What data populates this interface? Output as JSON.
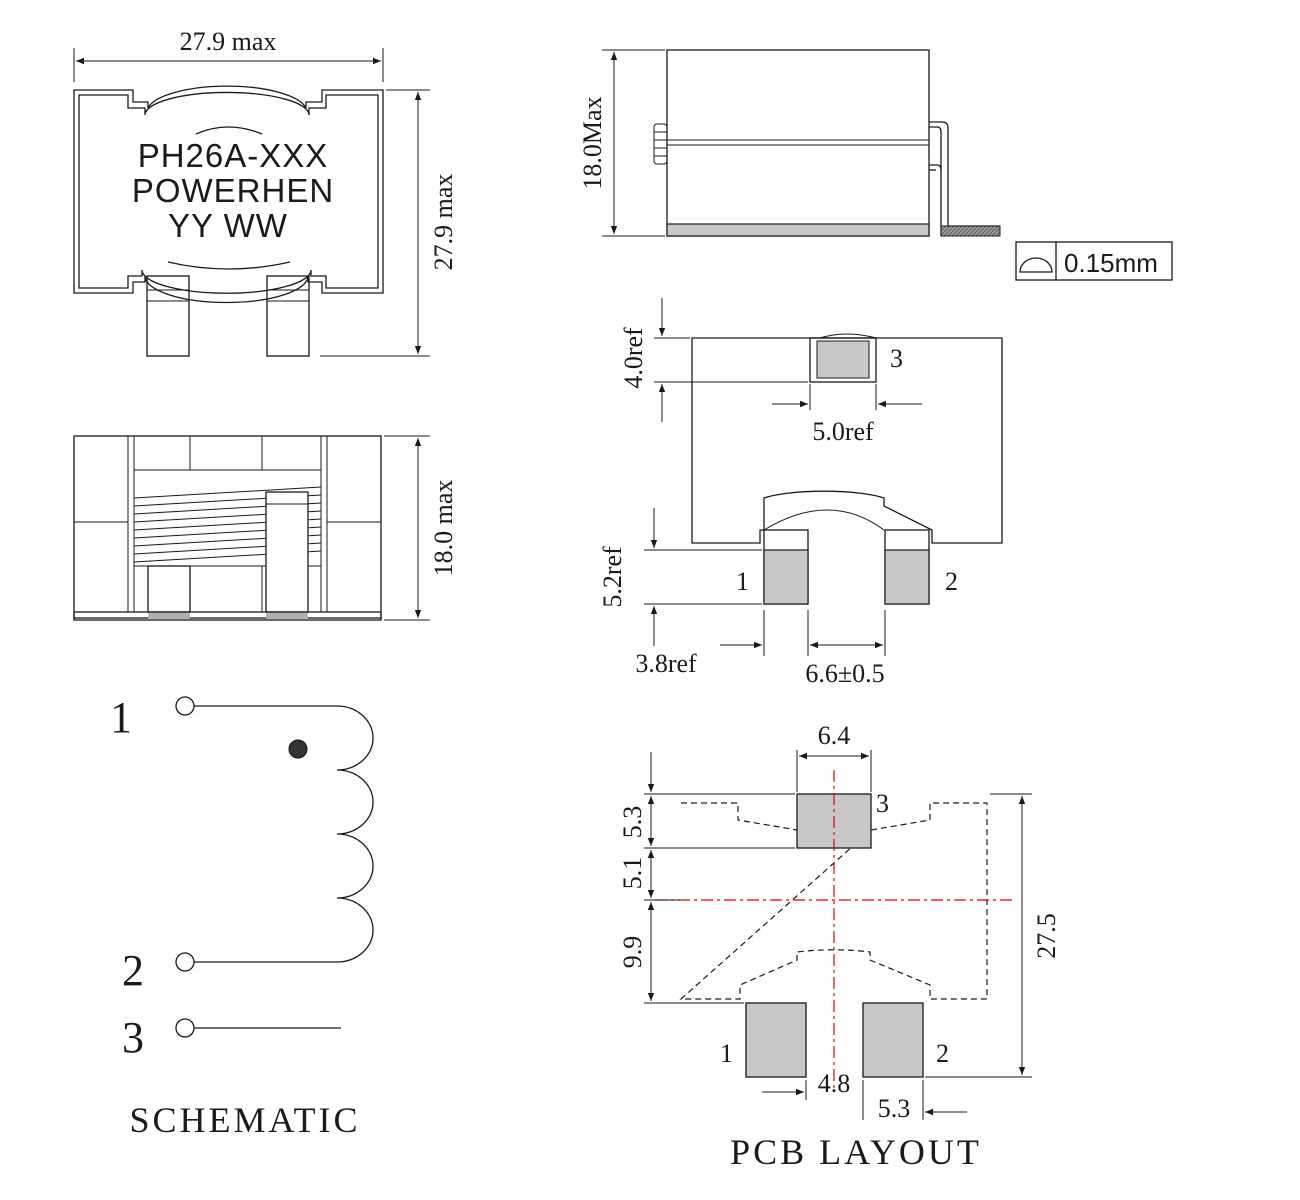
{
  "marking": {
    "line1": "PH26A-XXX",
    "line2": "POWERHEN",
    "line3": "YY WW"
  },
  "top_view": {
    "width_dim": "27.9 max",
    "height_dim": "27.9 max"
  },
  "front_view": {
    "height_dim": "18.0 max"
  },
  "side_view": {
    "height_dim": "18.0Max",
    "coplanarity": "0.15mm"
  },
  "bottom_view": {
    "pad3_height": "4.0ref",
    "pad3_width": "5.0ref",
    "pad_height": "5.2ref",
    "pad_width": "3.8ref",
    "pad_gap": "6.6±0.5",
    "pin1": "1",
    "pin2": "2",
    "pin3": "3"
  },
  "schematic": {
    "title": "SCHEMATIC",
    "pin1": "1",
    "pin2": "2",
    "pin3": "3"
  },
  "pcb_layout": {
    "title": "PCB LAYOUT",
    "pad3_width": "6.4",
    "dim_top": "5.3",
    "dim_mid": "5.1",
    "dim_low": "9.9",
    "total_height": "27.5",
    "pad_gap": "4.8",
    "pad_width": "5.3",
    "pin1": "1",
    "pin2": "2",
    "pin3": "3"
  }
}
